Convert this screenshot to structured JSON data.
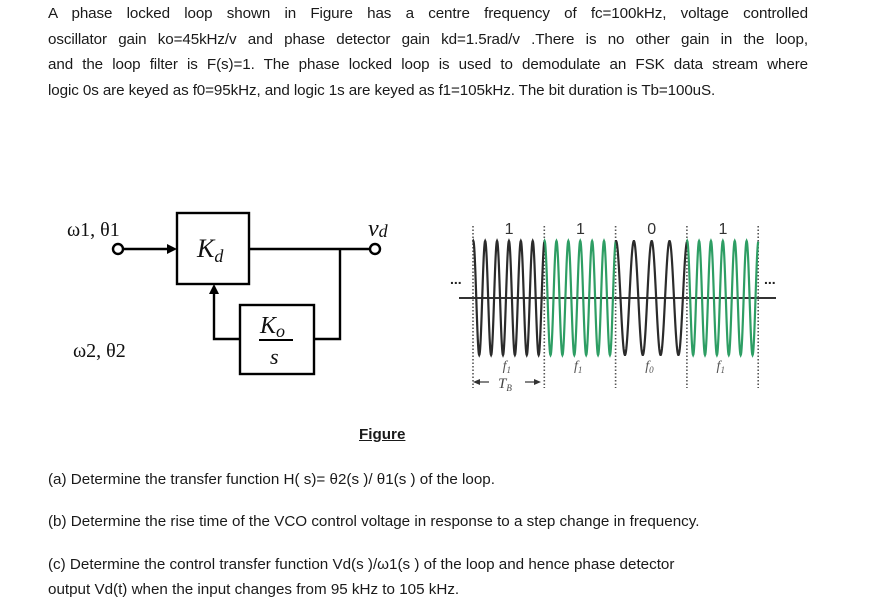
{
  "problem": {
    "intro_lines": [
      "A phase locked loop shown in Figure has a centre frequency of fc=100kHz, voltage controlled",
      "oscillator gain ko=45kHz/v and phase detector gain kd=1.5rad/v .There is no other gain in the loop,",
      "and the loop filter is F(s)=1. The phase locked loop is used to demodulate an FSK data stream where",
      "logic 0s are keyed as f0=95kHz, and logic 1s are keyed as f1=105kHz. The bit duration is Tb=100uS."
    ],
    "caption": "Figure",
    "questions": [
      "(a) Determine the transfer function H( s)= θ2(s )/ θ1(s ) of the loop.",
      "(b) Determine the rise time of the VCO control voltage in response to a step change in frequency.",
      "(c) Determine the control transfer function Vd(s )/ω1(s ) of the loop and hence phase detector",
      "output Vd(t) when the input changes from 95 kHz to 105 kHz."
    ]
  },
  "block_diagram": {
    "input_label": "ω1, θ1",
    "feedback_label": "ω2, θ2",
    "output_label_main": "v",
    "output_label_sub": "d",
    "phase_detector": {
      "main": "K",
      "sub": "d"
    },
    "vco": {
      "num_main": "K",
      "num_sub": "o",
      "den": "s"
    }
  },
  "fsk_waveform": {
    "bits": [
      {
        "label": "1",
        "freq_main": "f",
        "freq_sub": "1",
        "cycles": 6,
        "color": "#2b2b2b"
      },
      {
        "label": "1",
        "freq_main": "f",
        "freq_sub": "1",
        "cycles": 6,
        "color": "#2e9e64"
      },
      {
        "label": "0",
        "freq_main": "f",
        "freq_sub": "0",
        "cycles": 4,
        "color": "#2b2b2b"
      },
      {
        "label": "1",
        "freq_main": "f",
        "freq_sub": "1",
        "cycles": 6,
        "color": "#2e9e64"
      }
    ],
    "ellipsis": "...",
    "bit_period_main": "T",
    "bit_period_sub": "B"
  }
}
